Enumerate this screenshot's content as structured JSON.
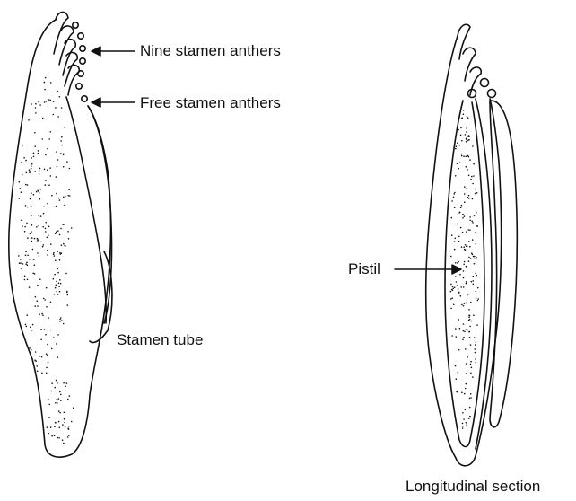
{
  "labels": {
    "nine_stamen": "Nine stamen anthers",
    "free_stamen": "Free stamen anthers",
    "stamen_tube": "Stamen tube",
    "pistil": "Pistil",
    "longitudinal": "Longitudinal section"
  },
  "colors": {
    "ink": "#111111",
    "background": "#ffffff"
  },
  "icons": [
    "arrow-left-icon"
  ]
}
